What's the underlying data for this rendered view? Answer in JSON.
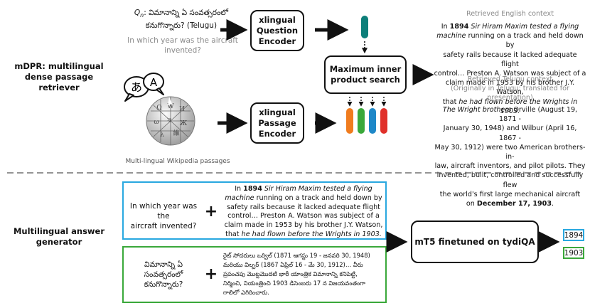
{
  "retriever": {
    "label_line1": "mDPR: multilingual",
    "label_line2": "dense passage retriever",
    "question_symbol": "Q",
    "question_sub": "n",
    "question_telugu_line1": ": విమానాన్ని ఏ సంవత్సరంలో",
    "question_telugu_line2": "కనుగొన్నారు? (Telugu)",
    "question_english_line1": "In which year was the aircraft",
    "question_english_line2": "invented?",
    "question_encoder_line1": "xlingual",
    "question_encoder_line2": "Question",
    "question_encoder_line3": "Encoder",
    "passage_encoder_line1": "xlingual",
    "passage_encoder_line2": "Passage",
    "passage_encoder_line3": "Encoder",
    "mips_line1": "Maximum inner",
    "mips_line2": "product search",
    "wiki_caption": "Multi-lingual Wikipedia passages",
    "speech_glyph_1": "あ",
    "speech_glyph_2": "A"
  },
  "english_context": {
    "header": "Retrieved English context",
    "l1_a": "In ",
    "l1_year": "1894",
    "l1_b": " Sir Hiram Maxim tested a flying",
    "l2_a": "machine",
    "l2_b": " running on a track and held down by",
    "l3": "safety rails because it lacked adequate flight",
    "l4": "control… Preston A. Watson was subject of a",
    "l5": "claim made in 1953 by his brother J.Y. Watson,",
    "l6_a": "that ",
    "l6_b": "he had flown before the Wrights in 1903.",
    "l6_c": ""
  },
  "telugu_context": {
    "header1": "Retrieved Telugu context",
    "header2": "(Originally in Telugu; translated for presentation)",
    "l1_a": "The Wright brothers",
    "l1_b": " Orville (August 19, 1871 -",
    "l2": "January 30, 1948) and Wilbur (April 16, 1867 -",
    "l3": "May 30, 1912) were two American brothers-in-",
    "l4": "law, aircraft inventors, and pilot pilots. They",
    "l5": "invented, built, controlled and successfully flew",
    "l6": "the world's first large mechanical aircraft",
    "l7_a": "on ",
    "l7_b": "December 17, 1903",
    "l7_c": "."
  },
  "generator": {
    "label_line1": "Multilingual answer",
    "label_line2": "generator",
    "english_question_line1": "In which year was the",
    "english_question_line2": "aircraft invented?",
    "telugu_question_line1": "విమానాన్ని ఏ",
    "telugu_question_line2": "సంవత్సరంలో",
    "telugu_question_line3": "కనుగొన్నారు?",
    "plus": "+",
    "telugu_passage_line1": "రైట్ సోదరులు ఒర్విల్ (1871 ఆగస్టు 19 - జనవరి 30, 1948)",
    "telugu_passage_line2": "మరియు విల్బర్ (1867 ఏప్రిల్ 16 - మే 30, 1912)… వీరు",
    "telugu_passage_line3": "ప్రపంచపు మొట్టమొదటి భారీ యాంత్రిక విమానాన్ని కనిపెట్టి,",
    "telugu_passage_line4": "నిర్మించి, నియంత్రించి 1903 డిసెంబరు 17 న విజయవంతంగా",
    "telugu_passage_line5": "గాలిలో ఎగిరించారు.",
    "model_label": "mT5 finetuned on tydiQA",
    "answer_english": "1894",
    "answer_telugu": "1903"
  },
  "colors": {
    "blue": "#29a8e0",
    "green": "#3aa83a",
    "orange": "#f07c1e",
    "teal": "#0d7f7a"
  }
}
